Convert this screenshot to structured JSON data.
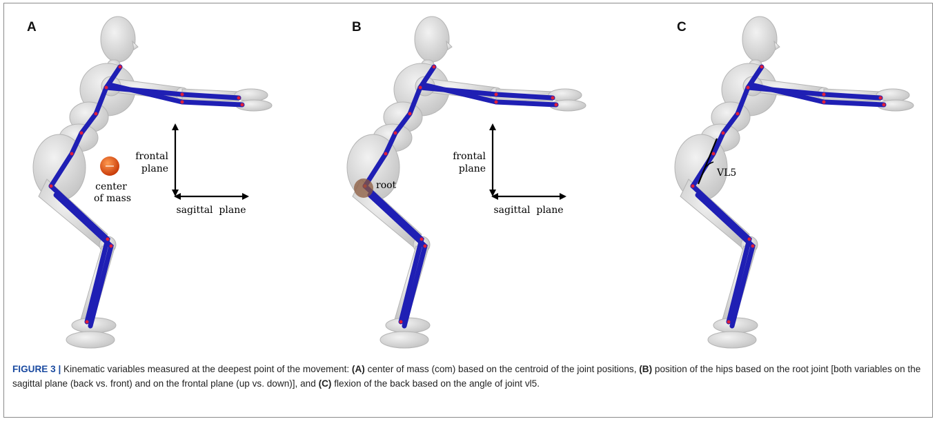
{
  "panels": [
    {
      "letter": "A",
      "annotations": {
        "com_label_line1": "center",
        "com_label_line2": "of mass",
        "frontal_line1": "frontal",
        "frontal_line2": "plane",
        "sagittal": "sagittal  plane"
      }
    },
    {
      "letter": "B",
      "annotations": {
        "root": "root",
        "frontal_line1": "frontal",
        "frontal_line2": "plane",
        "sagittal": "sagittal  plane"
      }
    },
    {
      "letter": "C",
      "annotations": {
        "angle": "VL5"
      }
    }
  ],
  "colors": {
    "skeleton": "#1f1fb4",
    "joint": "#e0203a",
    "mannequin": "#d8d8d8",
    "mannequin_edge": "#b8b8b8",
    "com_ball": "#e04810",
    "root_ball": "#8b5a3c",
    "caption_label": "#1a4aa0"
  },
  "caption": {
    "label": "FIGURE 3 |",
    "t1": " Kinematic variables measured at the deepest point of the movement: ",
    "a": "(A)",
    "t2": " center of mass (com) based on the centroid of the joint positions, ",
    "b": "(B)",
    "t3": " position of the hips based on the root joint [both variables on the sagittal plane (back vs. front) and on the frontal plane (up vs. down)], and ",
    "c": "(C)",
    "t4": " flexion of the back based on the angle of joint vl5."
  }
}
